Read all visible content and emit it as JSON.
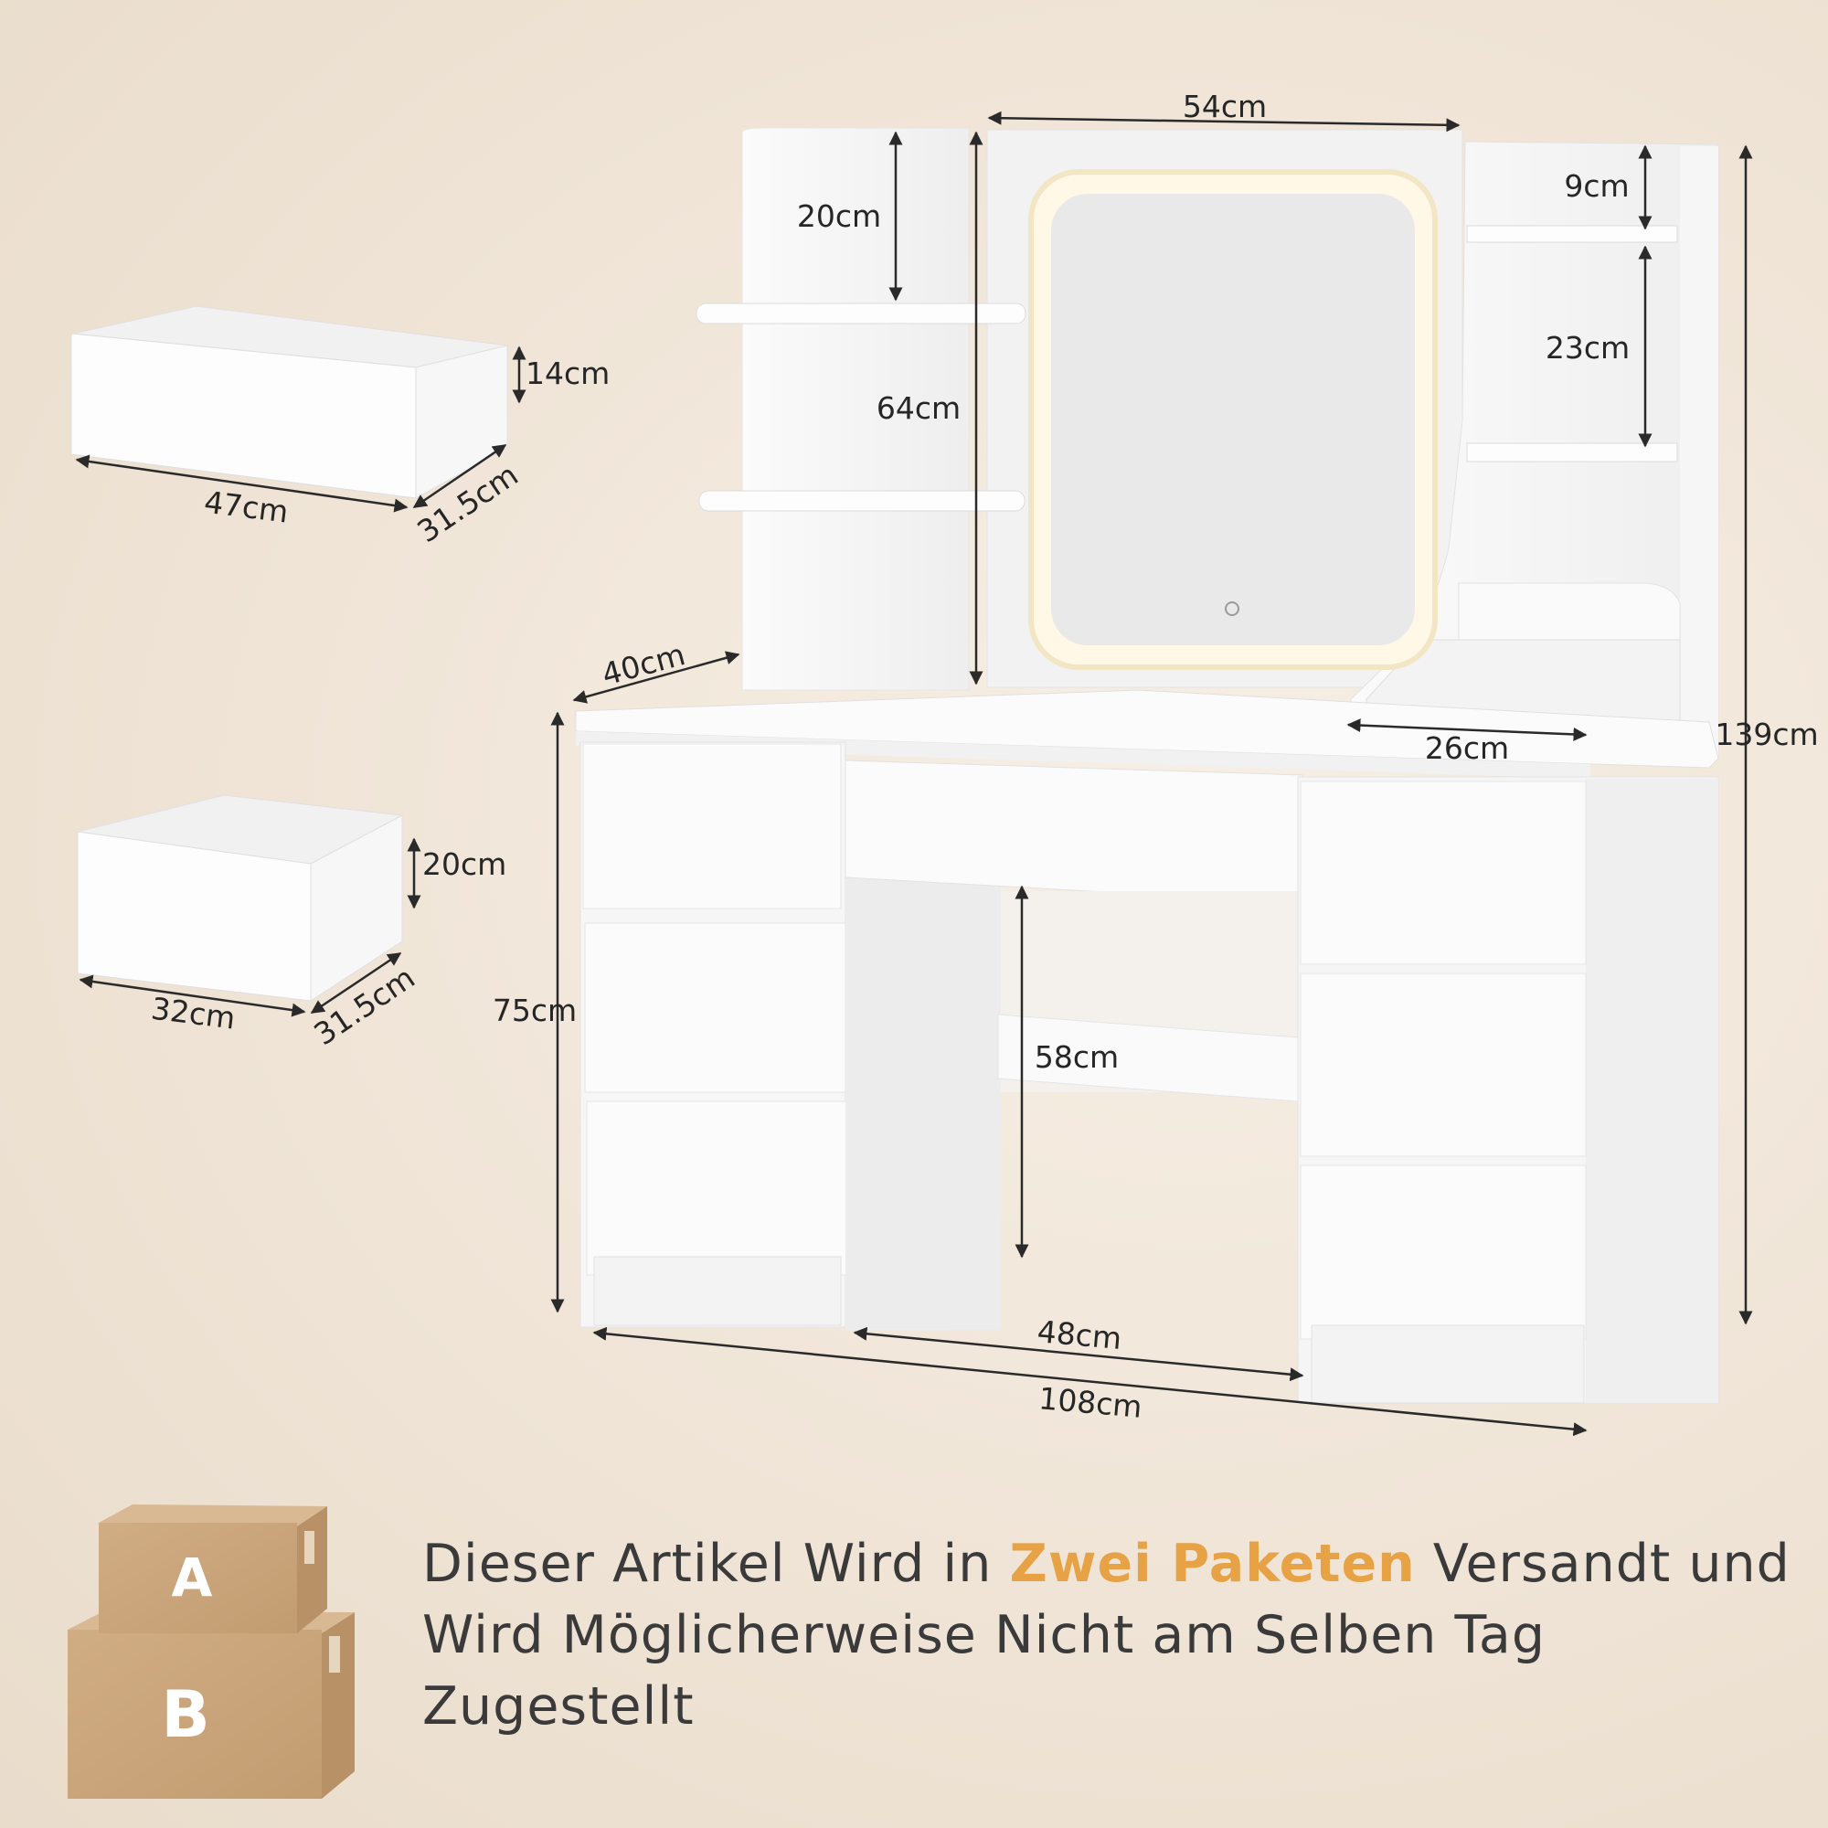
{
  "dimensions": {
    "mirror_width": "54cm",
    "left_upper_shelf_gap": "20cm",
    "mirror_height": "64cm",
    "right_top_shelf": "9cm",
    "right_middle_shelf": "23cm",
    "total_height": "139cm",
    "top_depth": "40cm",
    "right_cabinet_depth": "26cm",
    "desk_height": "75cm",
    "knee_height": "58cm",
    "knee_width": "48cm",
    "total_width": "108cm"
  },
  "large_drawer": {
    "height": "14cm",
    "width": "47cm",
    "depth": "31.5cm"
  },
  "small_drawer": {
    "height": "20cm",
    "width": "32cm",
    "depth": "31.5cm"
  },
  "packages": {
    "box_a": "A",
    "box_b": "B"
  },
  "notice": {
    "part1": "Dieser Artikel Wird in ",
    "highlight": "Zwei Paketen",
    "part2": " Versandt und Wird Möglicherweise Nicht am Selben Tag Zugestellt"
  },
  "colors": {
    "accent": "#e6a245",
    "text": "#3a3a3a",
    "furniture": "#ffffff",
    "box": "#c9a57b"
  }
}
